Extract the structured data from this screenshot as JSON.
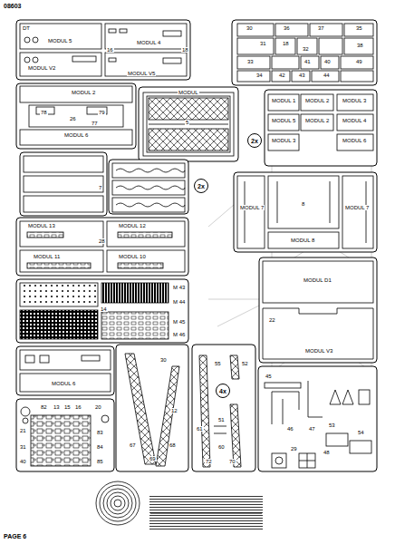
{
  "diagram": {
    "nodes": [
      {
        "text": [
          "2x"
        ]
      },
      {
        "text": [
          "2x"
        ]
      },
      {
        "text": [
          "4x"
        ]
      }
    ],
    "labels": [
      "08603",
      "DT",
      "MODUL 5",
      "MODUL 4",
      "MODUL V2",
      "MODUL V5",
      "16",
      "18",
      "MODUL 2",
      "78",
      "79",
      "26",
      "77",
      "MODUL 6",
      "MODUL",
      "5",
      "30",
      "36",
      "37",
      "35",
      "31",
      "18",
      "32",
      "38",
      "33",
      "41",
      "40",
      "49",
      "34",
      "42",
      "43",
      "44",
      "MODUL 1",
      "MODUL 2",
      "MODUL 3",
      "MODUL 5",
      "MODUL 2",
      "MODUL 4",
      "MODUL 3",
      "MODUL 6",
      "7",
      "MODUL 7",
      "8",
      "MODUL 7",
      "MODUL 8",
      "MODUL 13",
      "MODUL 12",
      "28",
      "MODUL 11",
      "MODUL 10",
      "MODUL D1",
      "22",
      "MODUL V3",
      "M 43",
      "M 44",
      "14",
      "M 45",
      "M 46",
      "MODUL 6",
      "30",
      "12",
      "67",
      "68",
      "69",
      "55",
      "52",
      "51",
      "61",
      "60",
      "72",
      "70",
      "45",
      "46",
      "47",
      "53",
      "29",
      "54",
      "48",
      "82",
      "13",
      "15",
      "16",
      "20",
      "21",
      "31",
      "40",
      "83",
      "84",
      "85",
      "PAGE 6"
    ]
  }
}
